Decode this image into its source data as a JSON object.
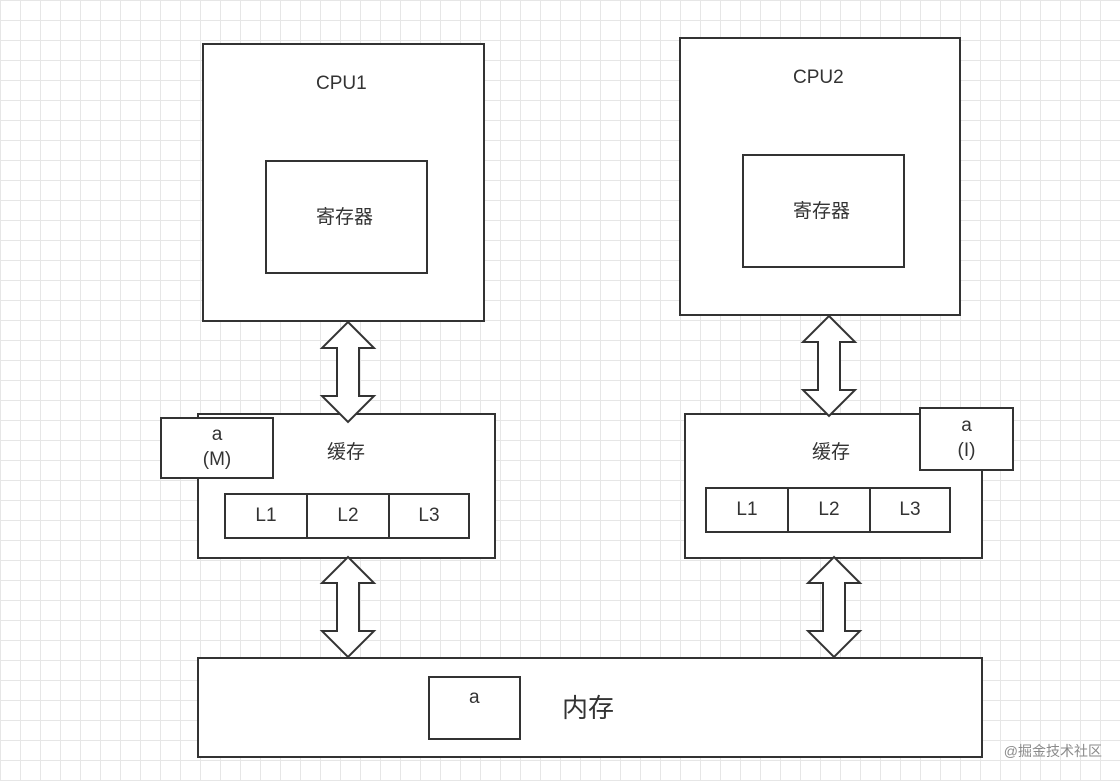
{
  "cpu1": {
    "title": "CPU1",
    "register": "寄存器",
    "cache": {
      "label": "缓存",
      "levels": [
        "L1",
        "L2",
        "L3"
      ],
      "tag": {
        "var": "a",
        "state": "(M)"
      }
    }
  },
  "cpu2": {
    "title": "CPU2",
    "register": "寄存器",
    "cache": {
      "label": "缓存",
      "levels": [
        "L1",
        "L2",
        "L3"
      ],
      "tag": {
        "var": "a",
        "state": "(I)"
      }
    }
  },
  "memory": {
    "label": "内存",
    "var": "a"
  },
  "watermark": "@掘金技术社区"
}
